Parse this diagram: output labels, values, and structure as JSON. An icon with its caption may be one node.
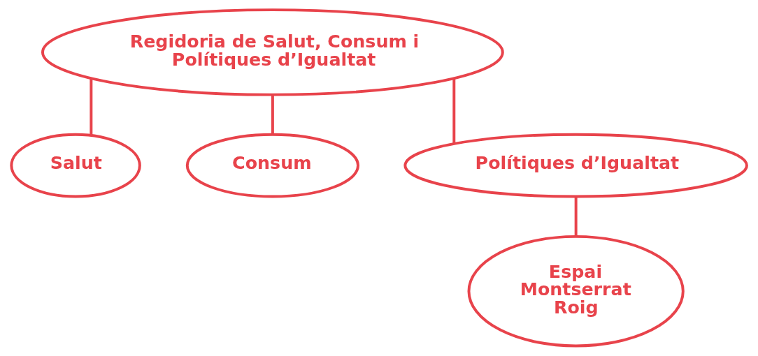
{
  "diagram": {
    "nodes": [
      {
        "text": [
          "Regidoria de Salut, Consum i Polítiques d’Igualtat"
        ]
      },
      {
        "text": [
          "Salut"
        ]
      },
      {
        "text": [
          "Consum"
        ]
      },
      {
        "text": [
          "Polítiques d’Igualtat"
        ]
      },
      {
        "text": [
          "Espai Montserrat Roig"
        ]
      }
    ],
    "edges": [
      {
        "from": 0,
        "to": 1,
        "arrow": "none"
      },
      {
        "from": 0,
        "to": 2,
        "arrow": "none"
      },
      {
        "from": 0,
        "to": 3,
        "arrow": "none"
      },
      {
        "from": 3,
        "to": 4,
        "arrow": "none"
      }
    ]
  }
}
